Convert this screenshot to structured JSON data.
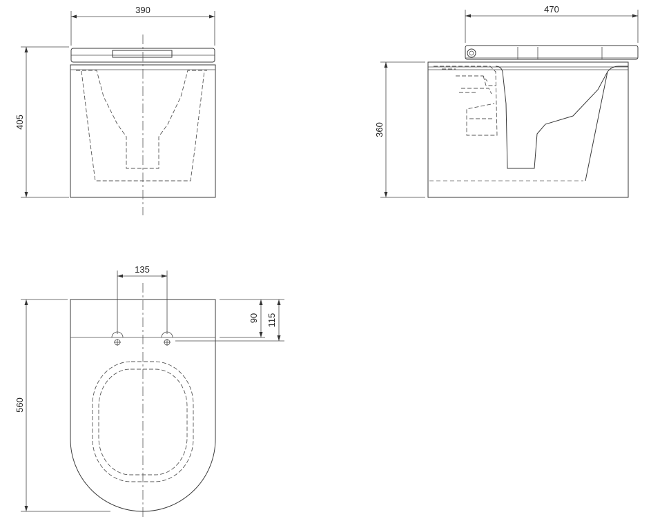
{
  "dimensions": {
    "front_width": "390",
    "front_height": "405",
    "side_depth": "470",
    "side_height": "360",
    "hole_spacing": "135",
    "hole_offset_90": "90",
    "hole_offset_115": "115",
    "plan_length": "560"
  }
}
